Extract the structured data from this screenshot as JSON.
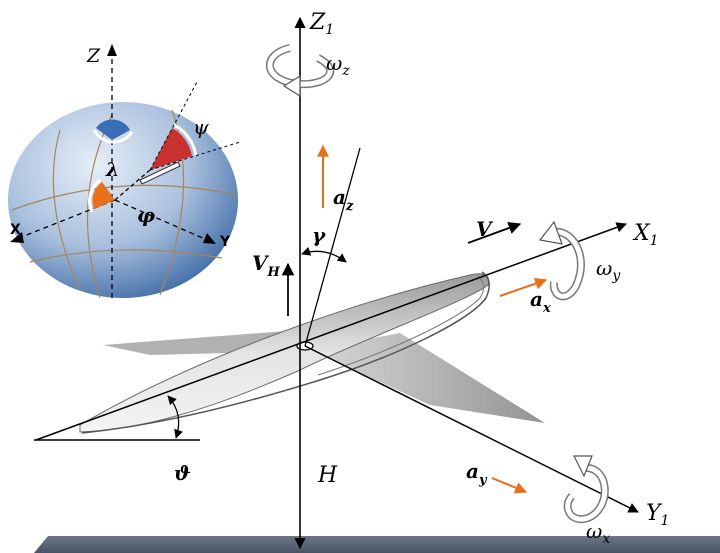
{
  "colors": {
    "sphere_light": "#e3ecf6",
    "sphere_dark": "#3e6aa6",
    "ground": "#586478",
    "accent_orange": "#e8701c",
    "accent_red": "#c8312e",
    "accent_blue": "#3b6fb5",
    "wing_gray": "#a9a9a9"
  },
  "globe": {
    "z": "Z",
    "x": "X",
    "y": "Y",
    "lambda": "λ",
    "phi": "φ",
    "psi": "ψ"
  },
  "axes": {
    "z1_main": "Z",
    "z1_sub": "1",
    "x1_main": "X",
    "x1_sub": "1",
    "y1_main": "Y",
    "y1_sub": "1",
    "omega_z_main": "ω",
    "omega_z_sub": "z",
    "omega_y_main": "ω",
    "omega_y_sub": "y",
    "omega_x_main": "ω",
    "omega_x_sub": "x"
  },
  "vectors": {
    "v": "V",
    "vh_main": "V",
    "vh_sub": "H",
    "az_main": "a",
    "az_sub": "z",
    "ax_main": "a",
    "ax_sub": "x",
    "ay_main": "a",
    "ay_sub": "y"
  },
  "angles": {
    "gamma": "γ",
    "theta": "ϑ"
  },
  "altitude": "H"
}
